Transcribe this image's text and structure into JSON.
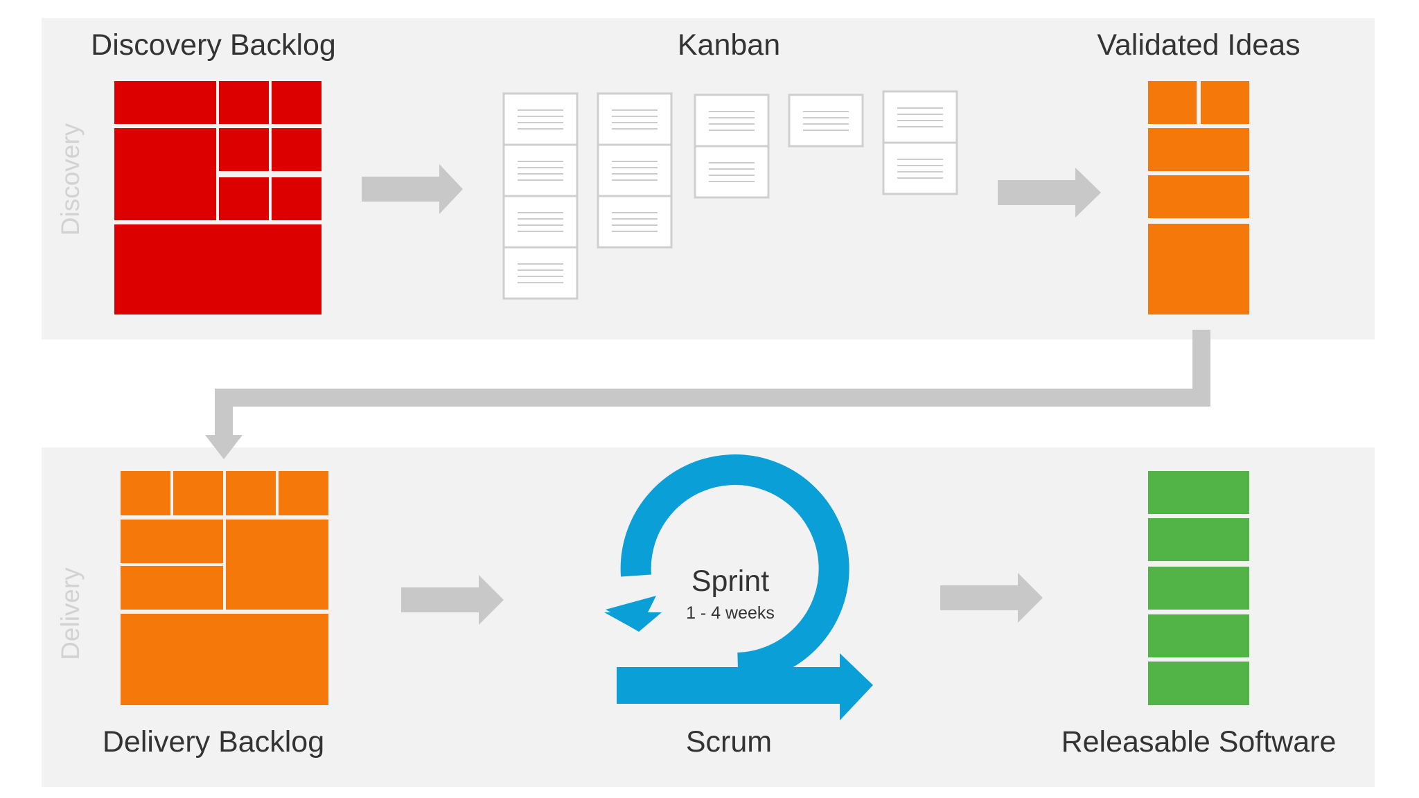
{
  "discovery": {
    "side_label": "Discovery",
    "backlog_title": "Discovery Backlog",
    "kanban_title": "Kanban",
    "validated_title": "Validated Ideas"
  },
  "delivery": {
    "side_label": "Delivery",
    "backlog_title": "Delivery Backlog",
    "scrum_title": "Scrum",
    "sprint_label": "Sprint",
    "sprint_duration": "1 - 4 weeks",
    "releasable_title": "Releasable Software"
  },
  "colors": {
    "band_background": "#f2f2f3",
    "discovery_backlog": "#dc0000",
    "idea_orange": "#f5780a",
    "releasable_green": "#52b447",
    "sprint_blue": "#0aa0d7",
    "flow_arrow": "#c8c8c9",
    "kanban_card_border": "#cfcfcf"
  },
  "kanban": {
    "columns": [
      {
        "cards": 4
      },
      {
        "cards": 3
      },
      {
        "cards": 2
      },
      {
        "cards": 1
      },
      {
        "cards": 2
      }
    ]
  },
  "icons": {
    "flow_arrow": "right-arrow-icon",
    "connector": "elbow-connector-arrow",
    "sprint_cycle": "circular-arrow-icon"
  }
}
